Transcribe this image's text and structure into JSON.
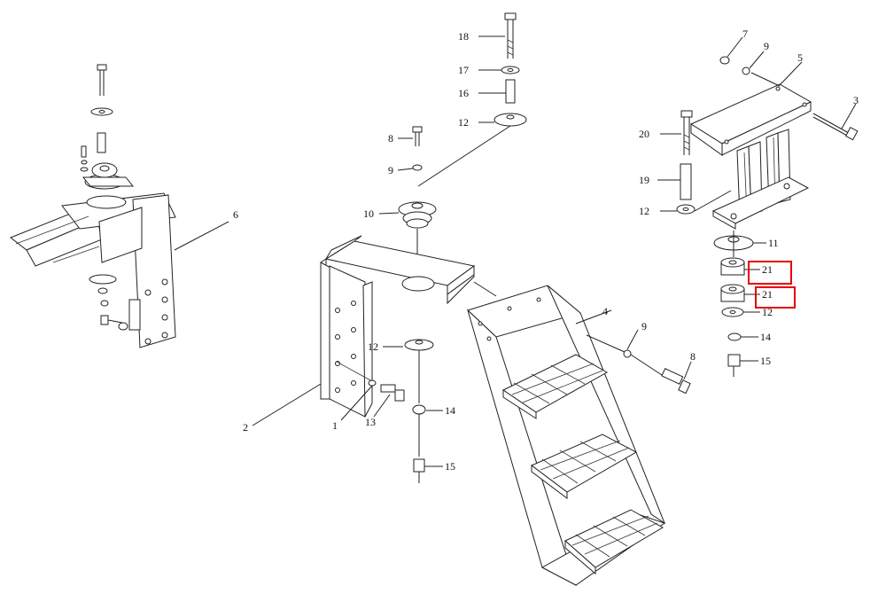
{
  "callouts": {
    "n1": "1",
    "n2": "2",
    "n3": "3",
    "n4": "4",
    "n5": "5",
    "n6": "6",
    "n7": "7",
    "n8a": "8",
    "n8b": "8",
    "n9a": "9",
    "n9b": "9",
    "n9c": "9",
    "n10": "10",
    "n11": "11",
    "n12a": "12",
    "n12b": "12",
    "n12c": "12",
    "n12d": "12",
    "n13": "13",
    "n14a": "14",
    "n14b": "14",
    "n15a": "15",
    "n15b": "15",
    "n16": "16",
    "n17": "17",
    "n18": "18",
    "n19": "19",
    "n20": "20",
    "n21a": "21",
    "n21b": "21"
  },
  "highlight_color": "#e60000",
  "line_color": "#222222"
}
